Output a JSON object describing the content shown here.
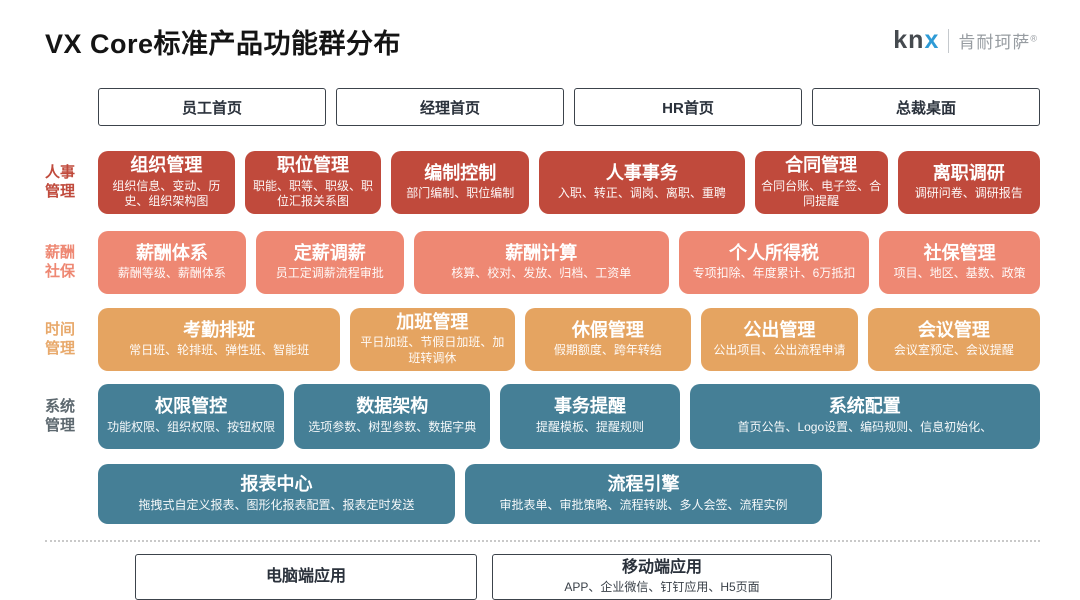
{
  "title": "VX Core标准产品功能群分布",
  "logo": {
    "kn": "kn",
    "x": "x",
    "company": "肯耐珂萨",
    "reg": "®"
  },
  "portals": [
    {
      "label": "员工首页"
    },
    {
      "label": "经理首页"
    },
    {
      "label": "HR首页"
    },
    {
      "label": "总裁桌面"
    }
  ],
  "rows": [
    {
      "label": "人事管理",
      "label_line1": "人事",
      "label_line2": "管理",
      "color": "#C04A3C",
      "boxes": [
        {
          "title": "组织管理",
          "subtitle": "组织信息、变动、历史、组织架构图"
        },
        {
          "title": "职位管理",
          "subtitle": "职能、职等、职级、职位汇报关系图"
        },
        {
          "title": "编制控制",
          "subtitle": "部门编制、职位编制"
        },
        {
          "title": "人事事务",
          "subtitle": "入职、转正、调岗、离职、重聘"
        },
        {
          "title": "合同管理",
          "subtitle": "合同台账、电子签、合同提醒"
        },
        {
          "title": "离职调研",
          "subtitle": "调研问卷、调研报告"
        }
      ]
    },
    {
      "label": "薪酬社保",
      "label_line1": "薪酬",
      "label_line2": "社保",
      "color": "#EE8873",
      "boxes": [
        {
          "title": "薪酬体系",
          "subtitle": "薪酬等级、薪酬体系"
        },
        {
          "title": "定薪调薪",
          "subtitle": "员工定调薪流程审批"
        },
        {
          "title": "薪酬计算",
          "subtitle": "核算、校对、发放、归档、工资单"
        },
        {
          "title": "个人所得税",
          "subtitle": "专项扣除、年度累计、6万抵扣"
        },
        {
          "title": "社保管理",
          "subtitle": "项目、地区、基数、政策"
        }
      ]
    },
    {
      "label": "时间管理",
      "label_line1": "时间",
      "label_line2": "管理",
      "color": "#E5A461",
      "boxes": [
        {
          "title": "考勤排班",
          "subtitle": "常日班、轮排班、弹性班、智能班"
        },
        {
          "title": "加班管理",
          "subtitle": "平日加班、节假日加班、加班转调休"
        },
        {
          "title": "休假管理",
          "subtitle": "假期额度、跨年转结"
        },
        {
          "title": "公出管理",
          "subtitle": "公出项目、公出流程申请"
        },
        {
          "title": "会议管理",
          "subtitle": "会议室预定、会议提醒"
        }
      ]
    },
    {
      "label": "系统管理",
      "label_line1": "系统",
      "label_line2": "管理",
      "color": "#457F96",
      "boxes": [
        {
          "title": "权限管控",
          "subtitle": "功能权限、组织权限、按钮权限"
        },
        {
          "title": "数据架构",
          "subtitle": "选项参数、树型参数、数据字典"
        },
        {
          "title": "事务提醒",
          "subtitle": "提醒模板、提醒规则"
        },
        {
          "title": "系统配置",
          "subtitle": "首页公告、Logo设置、编码规则、信息初始化、"
        }
      ]
    },
    {
      "label": "",
      "color": "#457F96",
      "boxes": [
        {
          "title": "报表中心",
          "subtitle": "拖拽式自定义报表、图形化报表配置、报表定时发送"
        },
        {
          "title": "流程引擎",
          "subtitle": "审批表单、审批策略、流程转跳、多人会签、流程实例"
        }
      ]
    }
  ],
  "clients": [
    {
      "title": "电脑端应用",
      "subtitle": ""
    },
    {
      "title": "移动端应用",
      "subtitle": "APP、企业微信、钉钉应用、H5页面"
    }
  ],
  "palette": {
    "hr_red": "#C04A3C",
    "payroll_salmon": "#EE8873",
    "time_orange": "#E5A461",
    "system_teal": "#457F96"
  }
}
